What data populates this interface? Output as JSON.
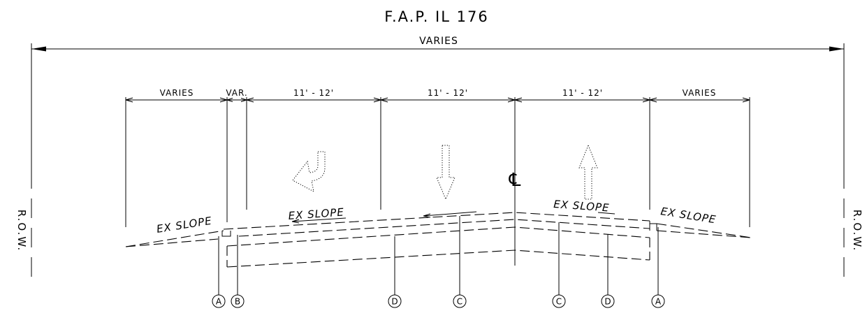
{
  "title": "F.A.P. IL 176",
  "overall_dimension": "VARIES",
  "right_of_way": {
    "left": "R.O.W.",
    "right": "R.O.W."
  },
  "dimensions": [
    "VARIES",
    "VAR.",
    "11' - 12'",
    "11' - 12'",
    "11' - 12'",
    "VARIES"
  ],
  "centerline_symbol": "℄",
  "slope_labels": [
    "EX SLOPE",
    "EX SLOPE",
    "EX SLOPE",
    "EX SLOPE"
  ],
  "callouts": [
    "A",
    "B",
    "D",
    "C",
    "C",
    "D",
    "A"
  ],
  "lane_arrows": [
    "left-turn-arrow",
    "down-arrow",
    "up-arrow"
  ],
  "colors": {
    "line": "#000000",
    "background": "#ffffff"
  }
}
